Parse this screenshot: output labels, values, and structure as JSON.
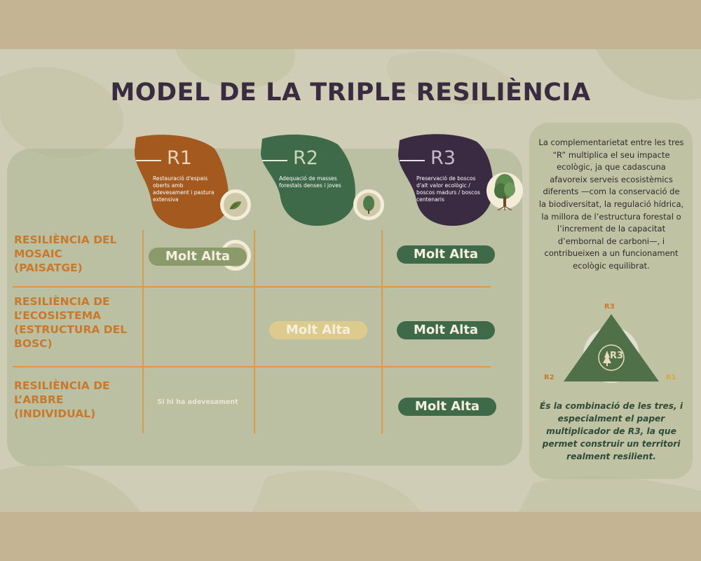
{
  "title": "MODEL DE LA TRIPLE RESILIÈNCIA",
  "colors": {
    "r1": "#a4591f",
    "r2": "#3f6a49",
    "r3": "#3a2a42",
    "accent": "#d99a4a",
    "row_label": "#c9782c"
  },
  "r_cards": [
    {
      "code": "R1",
      "description": "Restauració d'espais oberts amb adevesament i pastura extensiva",
      "icon": "sprout-icon"
    },
    {
      "code": "R2",
      "description": "Adequació de masses forestals denses i joves",
      "icon": "young-tree-icon"
    },
    {
      "code": "R3",
      "description": "Preservació de boscos d'alt valor ecològic / boscos madurs / boscos centenaris",
      "icon": "old-tree-icon"
    }
  ],
  "rows": [
    {
      "label": "RESILIÈNCIA DEL MOSAIC (PAISATGE)",
      "cells": [
        "Molt Alta",
        "",
        "Molt Alta"
      ]
    },
    {
      "label": "RESILIÈNCIA DE L’ECOSISTEMA (ESTRUCTURA DEL BOSC)",
      "cells": [
        "",
        "Molt Alta",
        "Molt Alta"
      ]
    },
    {
      "label": "RESILIÈNCIA DE L’ARBRE (INDIVIDUAL)",
      "cells": [
        "Si hi ha adevesament",
        "",
        "Molt Alta"
      ]
    }
  ],
  "side": {
    "text": "La complementarietat entre les tres “R” multiplica el seu impacte ecològic, ja que cadascuna afavoreix serveis ecosistèmics diferents —com la conservació de la biodiversitat, la regulació hídrica, la millora de l’estructura forestal o l’increment de la capacitat d’embornal de carboni—, i contribueixen a un funcionament ecològic equilibrat.",
    "triangle": {
      "top": "R3",
      "left": "R2",
      "right": "R1",
      "center": "R3"
    },
    "conclusion": "És la combinació de les tres, i especialment el paper multiplicador de R3, la que permet construir un territori realment resilient."
  }
}
